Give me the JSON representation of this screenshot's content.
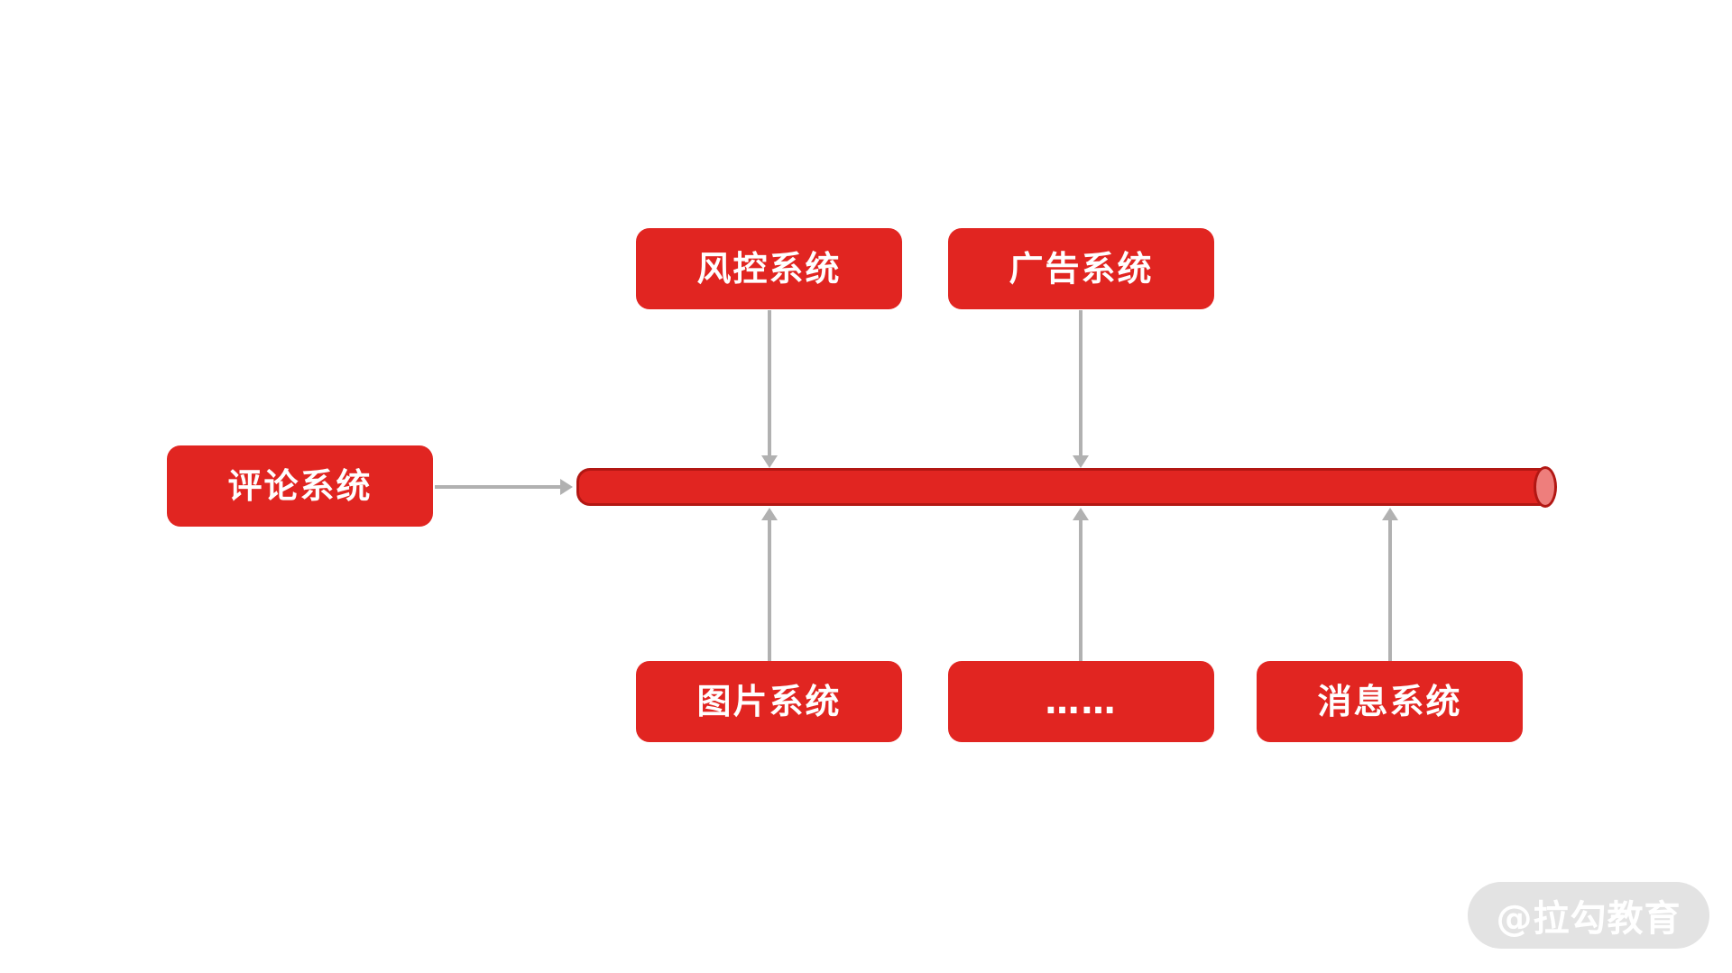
{
  "theme": {
    "background": "#ffffff",
    "node-red": "#e12521",
    "node-text": "#ffffff",
    "pipe-red": "#e12521",
    "pipe-stroke": "#b21713",
    "pipe-cap-fill": "#ee7e7c",
    "arrow-gray": "#b1b1b1",
    "watermark-bg": "#e3e3e3",
    "watermark-text": "#ffffff"
  },
  "nodes": {
    "risk": {
      "label": "风控系统"
    },
    "ad": {
      "label": "广告系统"
    },
    "comment": {
      "label": "评论系统"
    },
    "image": {
      "label": "图片系统"
    },
    "ellipsis": {
      "label": "……"
    },
    "message": {
      "label": "消息系统"
    }
  },
  "watermark": {
    "label": "@拉勾教育"
  }
}
